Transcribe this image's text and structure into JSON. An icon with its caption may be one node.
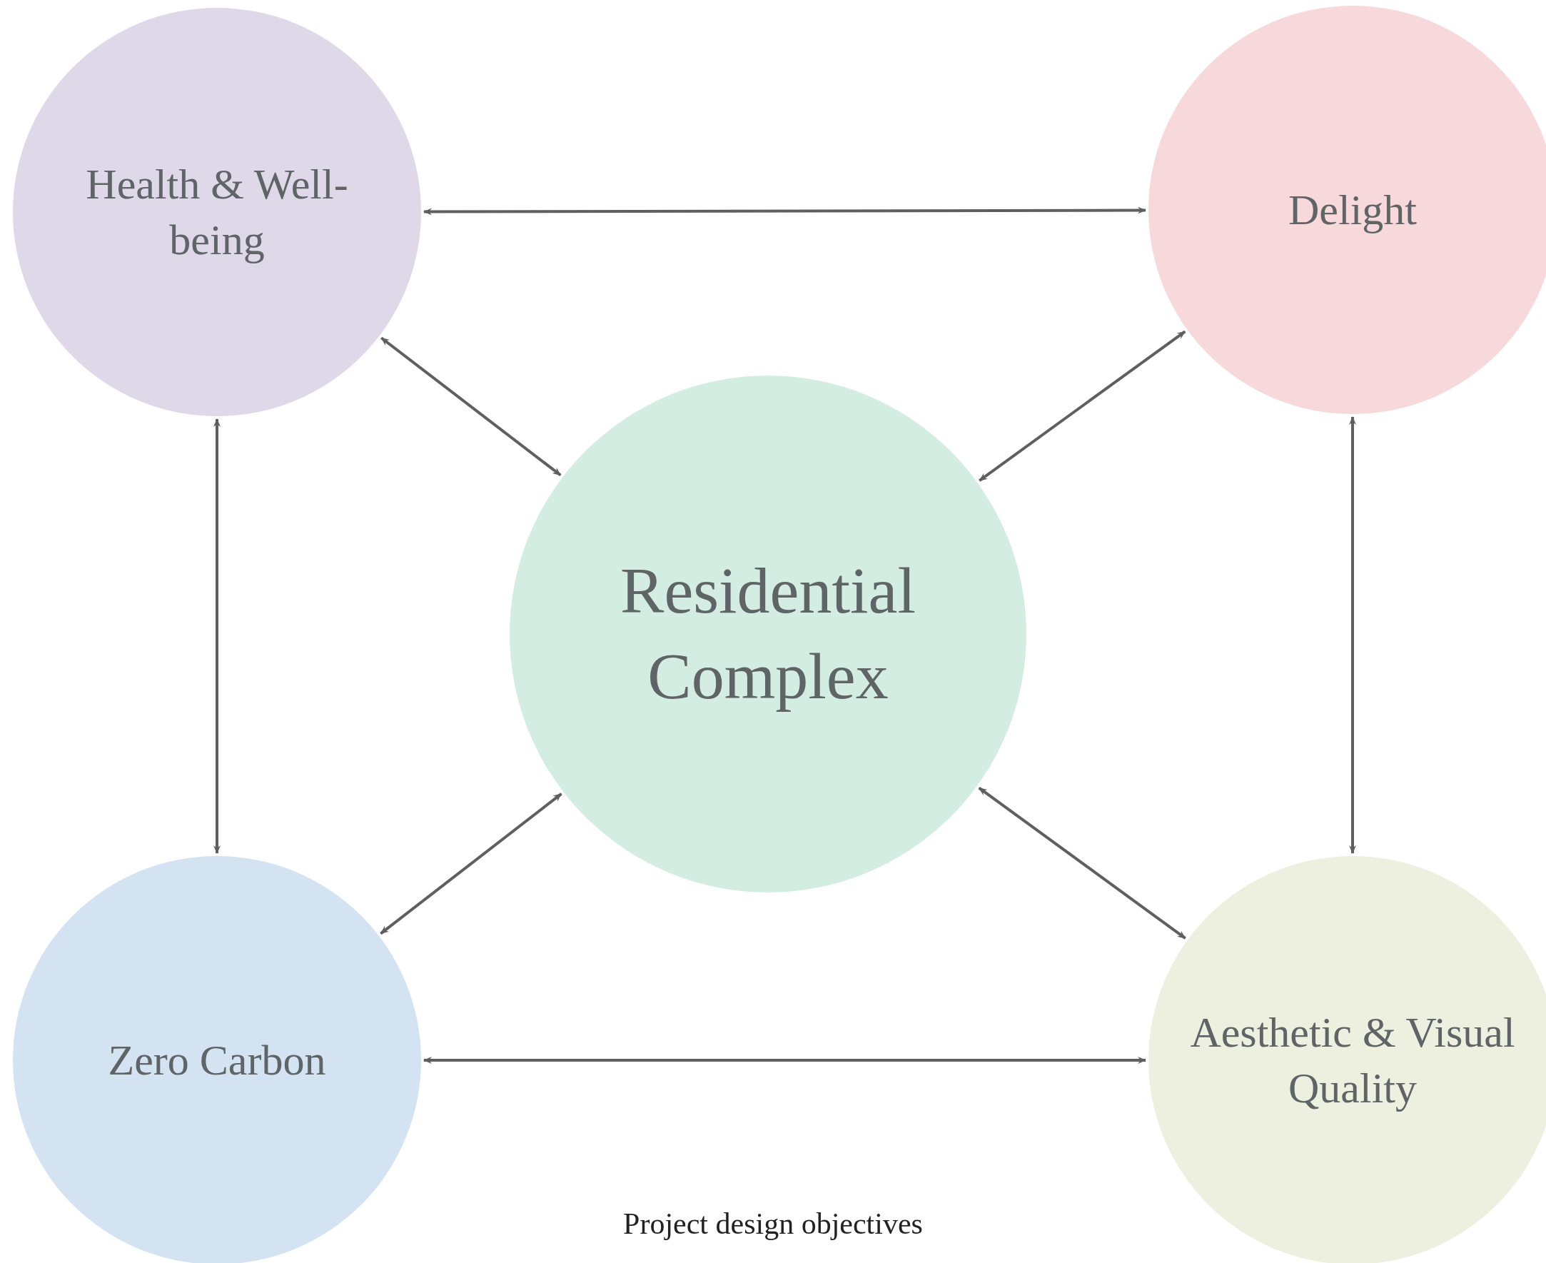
{
  "diagram": {
    "caption": "Project design objectives",
    "nodes": [
      {
        "text": [
          "Health & Well-being"
        ]
      },
      {
        "text": [
          "Delight"
        ]
      },
      {
        "text": [
          "Residential Complex"
        ]
      },
      {
        "text": [
          "Zero Carbon"
        ]
      },
      {
        "text": [
          "Aesthetic & Visual Quality"
        ]
      }
    ],
    "edges": [
      {
        "from": 0,
        "to": 1,
        "arrow": "both"
      },
      {
        "from": 0,
        "to": 2,
        "arrow": "both"
      },
      {
        "from": 1,
        "to": 2,
        "arrow": "both"
      },
      {
        "from": 0,
        "to": 3,
        "arrow": "both"
      },
      {
        "from": 1,
        "to": 4,
        "arrow": "both"
      },
      {
        "from": 2,
        "to": 3,
        "arrow": "both"
      },
      {
        "from": 2,
        "to": 4,
        "arrow": "both"
      },
      {
        "from": 3,
        "to": 4,
        "arrow": "both"
      }
    ]
  }
}
